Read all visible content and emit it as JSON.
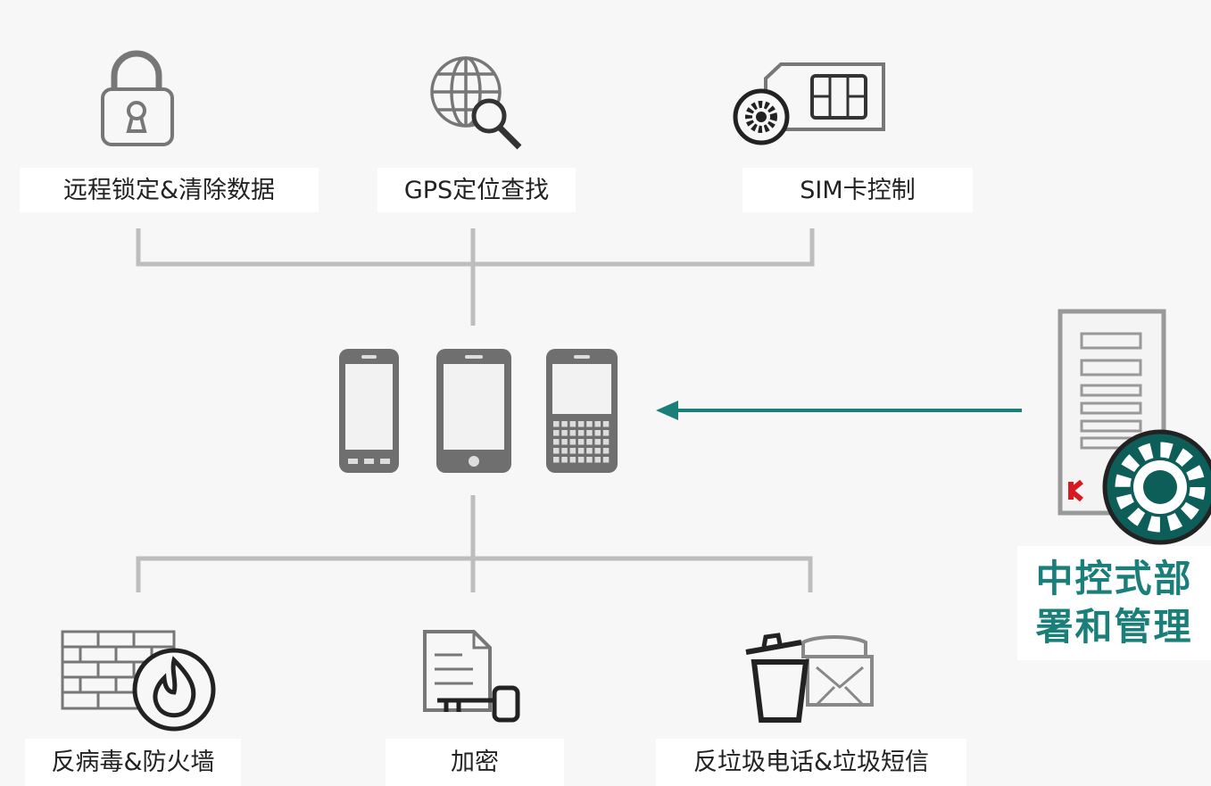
{
  "features_top": [
    {
      "icon": "lock-icon",
      "label": "远程锁定&清除数据"
    },
    {
      "icon": "globe-search-icon",
      "label": "GPS定位查找"
    },
    {
      "icon": "sim-card-gear-icon",
      "label": "SIM卡控制"
    }
  ],
  "features_bottom": [
    {
      "icon": "firewall-icon",
      "label": "反病毒&防火墙"
    },
    {
      "icon": "document-key-icon",
      "label": "加密"
    },
    {
      "icon": "trash-phone-envelope-icon",
      "label": "反垃圾电话&垃圾短信"
    }
  ],
  "devices": [
    "android-phone-icon",
    "iphone-icon",
    "blackberry-icon"
  ],
  "central": {
    "icon": "server-gear-icon",
    "label": "中控式部\n署和管理",
    "logo_letter": "K"
  },
  "colors": {
    "accent": "#1a7f78",
    "lines": "#bdbdbd",
    "icons": "#777777",
    "logo": "#d71920"
  }
}
